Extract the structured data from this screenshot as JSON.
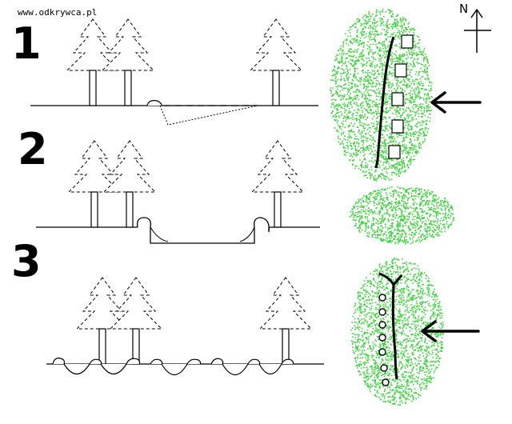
{
  "watermark": "www.odkrywca.pl",
  "steps": [
    {
      "number": "1"
    },
    {
      "number": "2"
    },
    {
      "number": "3"
    }
  ],
  "compass": {
    "label": "N"
  },
  "colors": {
    "ink": "#000000",
    "vegetation": "#3ecf3e",
    "background": "#ffffff"
  },
  "icons": [
    "pine-tree-icon",
    "arrow-left-icon",
    "north-arrow-icon"
  ]
}
